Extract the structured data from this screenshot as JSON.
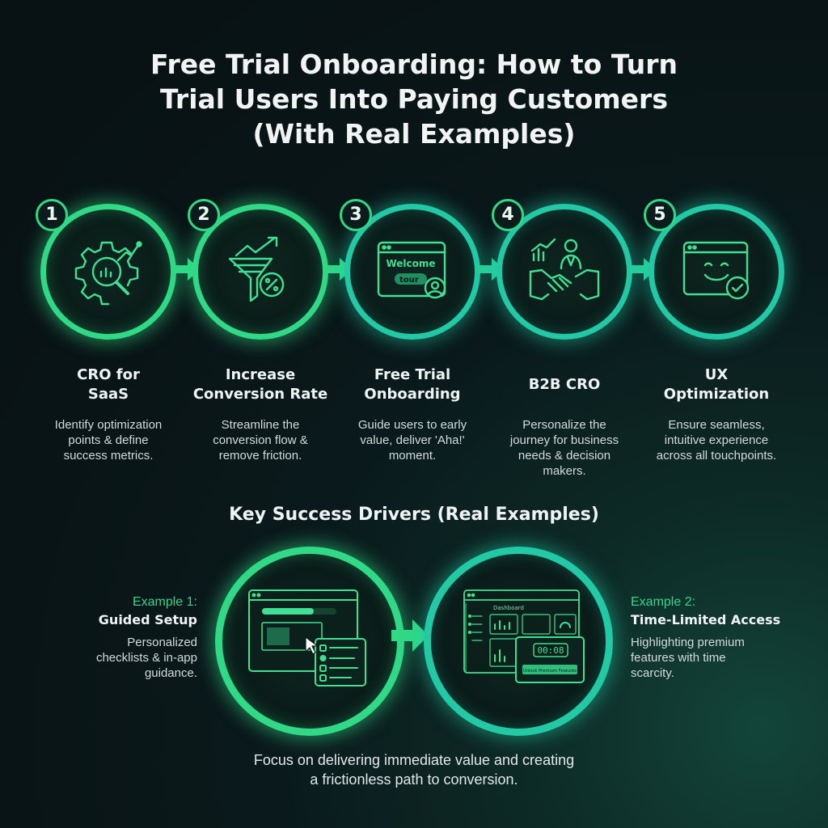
{
  "title": {
    "line1": "Free Trial Onboarding: How to Turn",
    "line2": "Trial Users Into Paying Customers",
    "line3": "(With Real Examples)"
  },
  "steps": [
    {
      "number": "1",
      "title_line1": "CRO for",
      "title_line2": "SaaS",
      "desc_line1": "Identify optimization",
      "desc_line2": "points & define",
      "desc_line3": "success metrics.",
      "desc_line4": "",
      "icon": "gear-analytics-icon"
    },
    {
      "number": "2",
      "title_line1": "Increase",
      "title_line2": "Conversion Rate",
      "desc_line1": "Streamline the",
      "desc_line2": "conversion flow &",
      "desc_line3": "remove friction.",
      "desc_line4": "",
      "icon": "funnel-percent-icon"
    },
    {
      "number": "3",
      "title_line1": "Free Trial",
      "title_line2": "Onboarding",
      "desc_line1": "Guide users to early",
      "desc_line2": "value, deliver 'Aha!'",
      "desc_line3": "moment.",
      "desc_line4": "",
      "icon": "welcome-tour-window-icon",
      "icon_text1": "Welcome",
      "icon_text2": "tour"
    },
    {
      "number": "4",
      "title_line1": "B2B CRO",
      "title_line2": "",
      "desc_line1": "Personalize the",
      "desc_line2": "journey for business",
      "desc_line3": "needs & decision",
      "desc_line4": "makers.",
      "icon": "business-handshake-icon"
    },
    {
      "number": "5",
      "title_line1": "UX",
      "title_line2": "Optimization",
      "desc_line1": "Ensure seamless,",
      "desc_line2": "intuitive experience",
      "desc_line3": "across all touchpoints.",
      "desc_line4": "",
      "icon": "smiley-window-check-icon"
    }
  ],
  "drivers": {
    "title": "Key Success Drivers (Real Examples)",
    "example1": {
      "label": "Example 1:",
      "title": "Guided Setup",
      "desc_line1": "Personalized",
      "desc_line2": "checklists & in-app",
      "desc_line3": "guidance.",
      "icon": "guided-setup-checklist-icon"
    },
    "example2": {
      "label": "Example 2:",
      "title": "Time-Limited Access",
      "desc_line1": "Highlighting premium",
      "desc_line2": "features with time",
      "desc_line3": "scarcity.",
      "icon": "dashboard-timer-icon",
      "screen_title": "Dashboard",
      "timer": "00:08",
      "badge": "Unlock Premium Features"
    }
  },
  "footer": {
    "line1": "Focus on delivering immediate value and creating",
    "line2": "a frictionless path to conversion."
  },
  "colors": {
    "accent_green": "#2fd985",
    "accent_teal": "#21c9a5",
    "background": "#0a1a1c"
  }
}
